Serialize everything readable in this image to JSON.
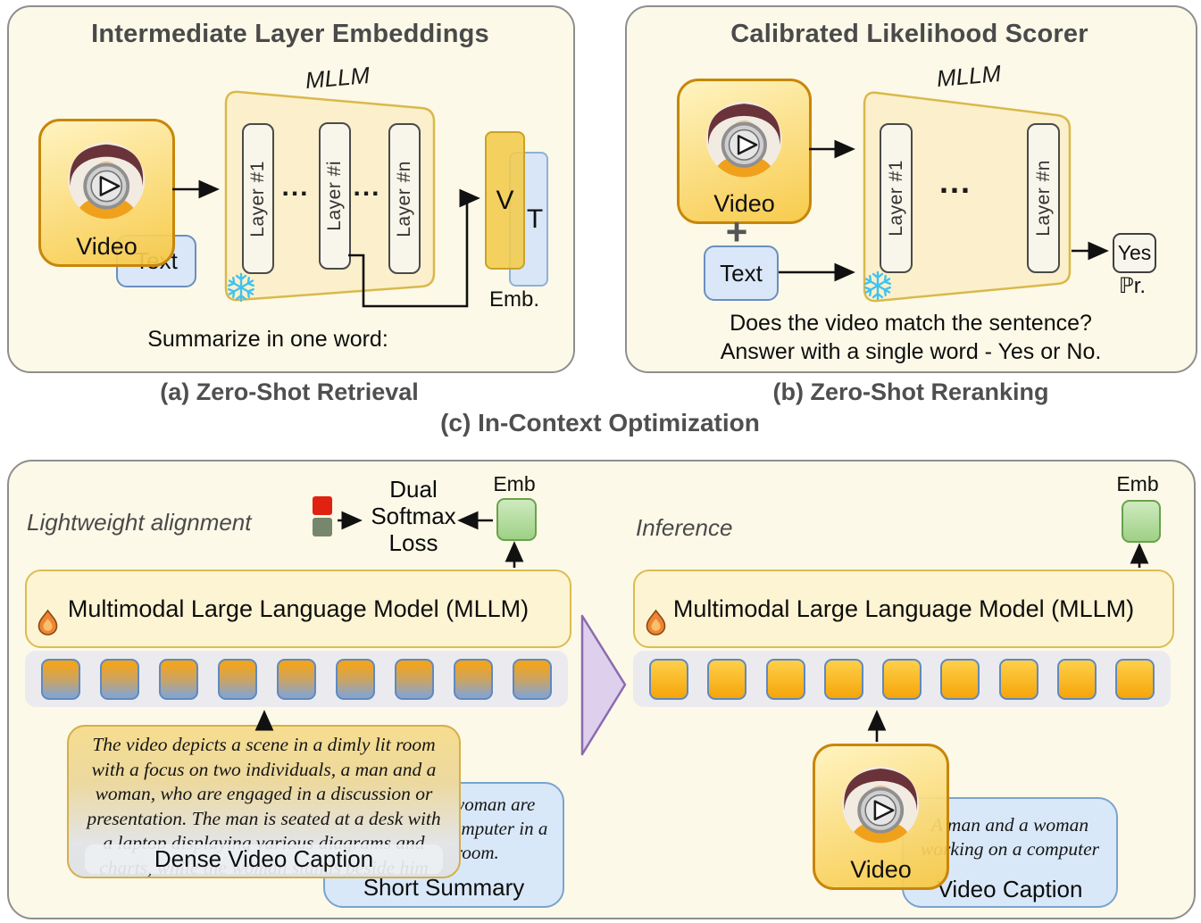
{
  "figure": {
    "panel_a": {
      "title": "Intermediate Layer Embeddings",
      "caption": "(a) Zero-Shot Retrieval",
      "video_label": "Video",
      "text_label": "Text",
      "mllm_label": "MLLM",
      "layer_1": "Layer #1",
      "layer_i": "Layer #i",
      "layer_n": "Layer #n",
      "dots": "...",
      "v_label": "V",
      "t_label": "T",
      "emb_label": "Emb.",
      "prompt": "Summarize in one word:"
    },
    "panel_b": {
      "title": "Calibrated Likelihood Scorer",
      "caption": "(b) Zero-Shot Reranking",
      "video_label": "Video",
      "plus": "+",
      "text_label": "Text",
      "mllm_label": "MLLM",
      "layer_1": "Layer #1",
      "layer_n": "Layer #n",
      "dots": "...",
      "yes_label": "Yes",
      "prob_label": "ℙr.",
      "prompt_line1": "Does the video match the sentence?",
      "prompt_line2": "Answer with a single word - Yes or No."
    },
    "panel_c": {
      "caption": "(c) In-Context Optimization",
      "left": {
        "mode_label": "Lightweight alignment",
        "loss_line1": "Dual",
        "loss_line2": "Softmax",
        "loss_line3": "Loss",
        "emb_label": "Emb",
        "mllm_label": "Multimodal Large Language Model (MLLM)",
        "dense_caption_line1": "The video depicts a scene in a dimly lit room",
        "dense_caption_line2": "with a focus on two individuals, a man and a",
        "dense_caption_line3": "woman, who are engaged in a discussion or",
        "dense_caption_line4": "presentation. The man is seated at a desk with",
        "dense_caption_line5": "a laptop displaying various diagrams and",
        "dense_caption_line6_clipped": "charts, while the woman stands beside him",
        "dense_caption_label": "Dense Video Caption",
        "short_summary_line1": "A man and a woman are",
        "short_summary_line2": "working on a computer in a",
        "short_summary_line3": "dimly lit room.",
        "short_summary_label": "Short Summary"
      },
      "right": {
        "mode_label": "Inference",
        "emb_label": "Emb",
        "mllm_label": "Multimodal Large Language Model (MLLM)",
        "video_label": "Video",
        "video_caption_line1": "A man and a woman",
        "video_caption_line2": "working on a computer",
        "video_caption_label": "Video Caption"
      }
    },
    "token_strips": [
      {
        "host": "token-strip-left",
        "count": 9,
        "variant": "blend"
      },
      {
        "host": "token-strip-right",
        "count": 9,
        "variant": "solid"
      }
    ],
    "colors": {
      "panel_bg": "#fdf9e8",
      "accent_yellow": "#f6c544",
      "blue_box": "#d9e7f8",
      "trapezoid": "#fbf0cb",
      "token_orange": "#f5a50a",
      "token_blue": "#8aa4c8",
      "emb_green": "#9ed185",
      "loss_red": "#df2310",
      "loss_green": "#76876d",
      "triangle_purple": "#ded0ec",
      "snowflake": "#41c2ee"
    }
  }
}
